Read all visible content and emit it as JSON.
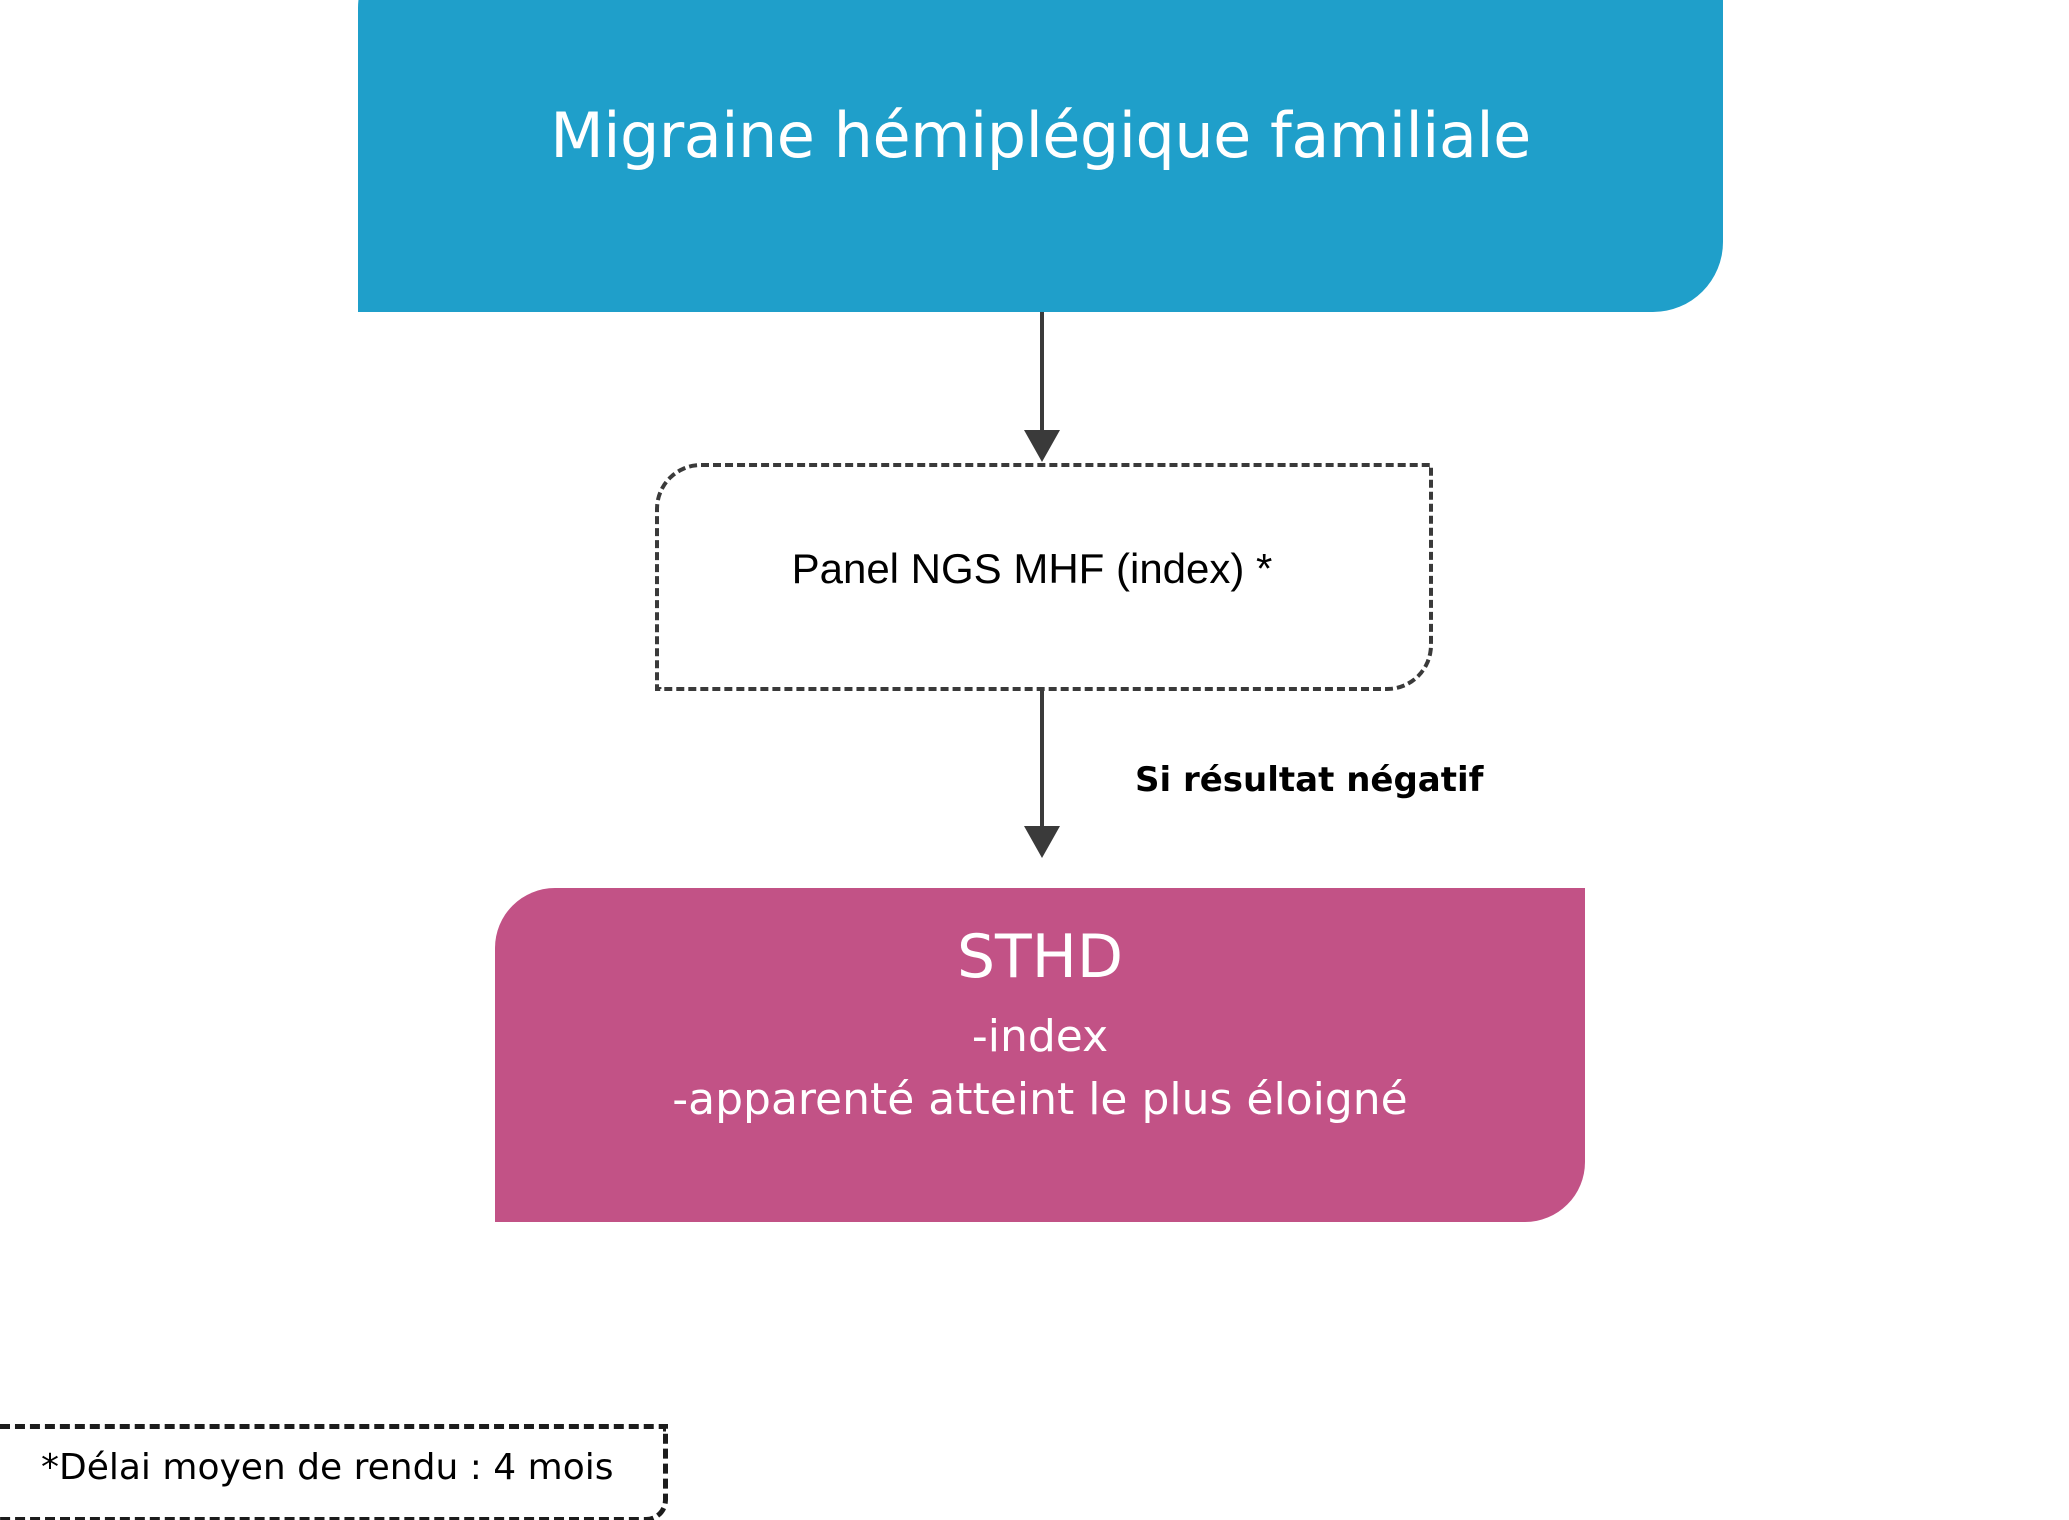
{
  "diagram": {
    "title_box": {
      "label": "Migraine hémiplégique familiale",
      "color": "#1F9FCA",
      "text_color": "#FFFFFF"
    },
    "test_box": {
      "label": "Panel NGS MHF (index) *",
      "style": "dashed",
      "border_color": "#3A3A3A",
      "text_color": "#000000"
    },
    "edges": [
      {
        "name": "title-to-test",
        "label": ""
      },
      {
        "name": "test-to-result",
        "label": "Si résultat négatif"
      }
    ],
    "result_box": {
      "title": "STHD",
      "line1": "-index",
      "line2": "-apparenté atteint le plus éloigné",
      "color": "#C25286",
      "text_color": "#FFFFFF"
    },
    "footnote": {
      "label": "*Délai moyen de rendu : 4 mois",
      "style": "dashed",
      "border_color": "#1C1C1C",
      "text_color": "#000000"
    }
  }
}
